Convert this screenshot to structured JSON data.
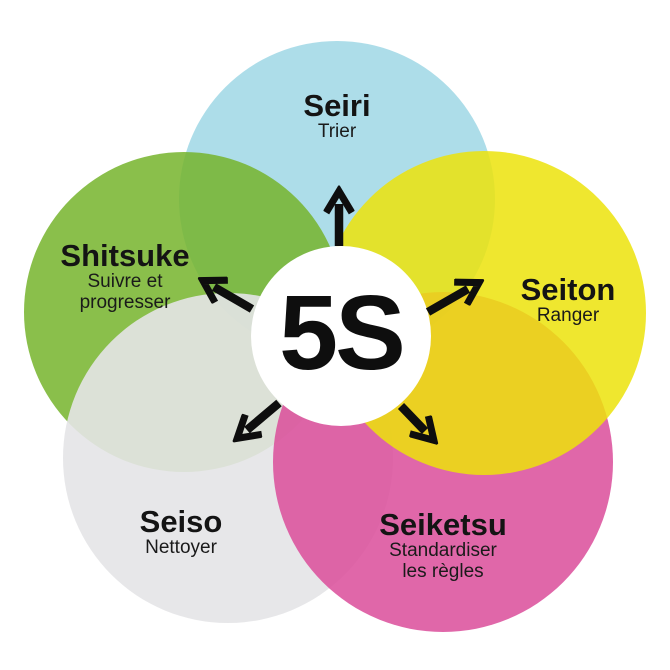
{
  "diagram": {
    "center_label": "5S",
    "background_color": "#ffffff",
    "arrow_color": "#0e0e0e",
    "text_color": "#141414",
    "sections": [
      {
        "name": "Seiri",
        "subtitle1": "Trier",
        "subtitle2": "",
        "position": "top",
        "fill": "rgba(159,215,229,0.85)",
        "color_hex": "#addee9"
      },
      {
        "name": "Seiton",
        "subtitle1": "Ranger",
        "subtitle2": "",
        "position": "right",
        "fill": "rgba(236,227,10,0.85)",
        "color_hex": "#ede62f"
      },
      {
        "name": "Seiketsu",
        "subtitle1": "Standardiser",
        "subtitle2": "les règles",
        "position": "bottom-right",
        "fill": "rgba(219,76,154,0.85)",
        "color_hex": "#df67a9"
      },
      {
        "name": "Seiso",
        "subtitle1": "Nettoyer",
        "subtitle2": "",
        "position": "bottom-left",
        "fill": "rgba(228,228,231,0.9)",
        "color_hex": "#e7e7e9"
      },
      {
        "name": "Shitsuke",
        "subtitle1": "Suivre et",
        "subtitle2": "progresser",
        "position": "left",
        "fill": "rgba(118,180,44,0.85)",
        "color_hex": "#8bbf4c"
      }
    ],
    "arrows": [
      {
        "direction": "up",
        "points_to": "Seiri"
      },
      {
        "direction": "upper-right",
        "points_to": "Seiton"
      },
      {
        "direction": "lower-right",
        "points_to": "Seiketsu"
      },
      {
        "direction": "lower-left",
        "points_to": "Seiso"
      },
      {
        "direction": "upper-left",
        "points_to": "Shitsuke"
      }
    ]
  }
}
